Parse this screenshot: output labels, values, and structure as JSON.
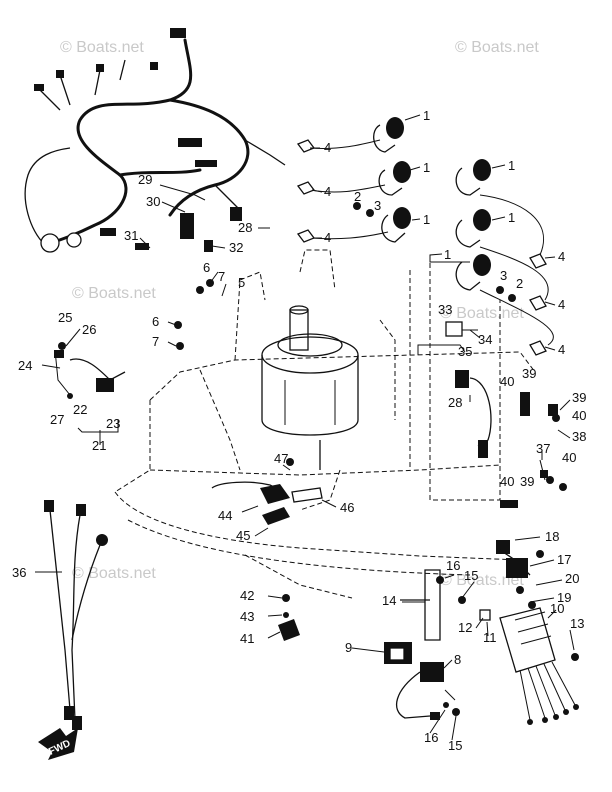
{
  "watermark": "© Boats.net",
  "fwd_label": "FWD",
  "callouts": {
    "c1a": "1",
    "c1b": "1",
    "c1c": "1",
    "c1d": "1",
    "c1e": "1",
    "c1f": "1",
    "c4a": "4",
    "c4b": "4",
    "c4c": "4",
    "c4d": "4",
    "c4e": "4",
    "c4f": "4",
    "c2a": "2",
    "c2b": "2",
    "c3a": "3",
    "c3b": "3",
    "c29": "29",
    "c30": "30",
    "c31": "31",
    "c32": "32",
    "c28a": "28",
    "c28b": "28",
    "c6a": "6",
    "c7a": "7",
    "c5": "5",
    "c6b": "6",
    "c7b": "7",
    "c25": "25",
    "c26": "26",
    "c24": "24",
    "c22": "22",
    "c23": "23",
    "c27": "27",
    "c21": "21",
    "c33": "33",
    "c34": "34",
    "c35": "35",
    "c39a": "39",
    "c39b": "39",
    "c39c": "39",
    "c40a": "40",
    "c40b": "40",
    "c40c": "40",
    "c38": "38",
    "c37": "37",
    "c47": "47",
    "c44": "44",
    "c45": "45",
    "c46": "46",
    "c36": "36",
    "c18": "18",
    "c17": "17",
    "c20": "20",
    "c19": "19",
    "c16a": "16",
    "c16b": "16",
    "c15a": "15",
    "c15b": "15",
    "c14": "14",
    "c12": "12",
    "c11": "11",
    "c10": "10",
    "c13": "13",
    "c42": "42",
    "c43": "43",
    "c41": "41",
    "c9": "9",
    "c8": "8"
  }
}
